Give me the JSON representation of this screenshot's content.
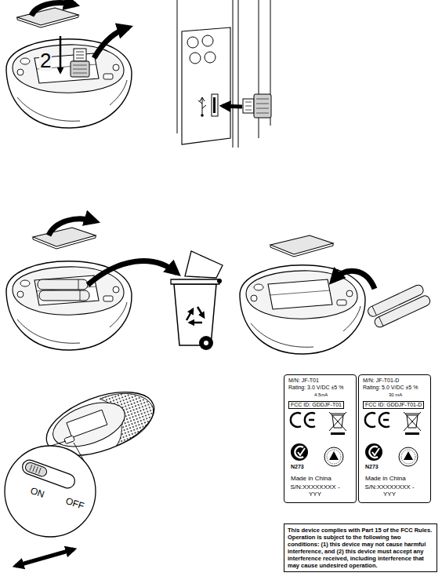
{
  "diagram": {
    "nodes": [
      {
        "text": [
          "M/N: JF-T01",
          "Rating: 3.0 V/DC ±5 %",
          "4.5mA",
          "FCC ID: GDDJF-T01",
          "N273",
          "Made in China",
          "S/N:XXXXXXXX -YYY"
        ]
      },
      {
        "text": [
          "M/N: JF-T01-D",
          "Rating: 5.0 V/DC ±5 %",
          "30 mA",
          "FCC ID: GDDJF-T01-D",
          "N273",
          "Made in China",
          "S/N:XXXXXXXX -YYY"
        ]
      },
      {
        "text": [
          "This device complies with Part 15 of the FCC Rules. Operation is subject to the following two conditions: (1) this device may not cause harmful interference, and (2) this device must accept any interference received, including interference that may cause undesired operation."
        ]
      }
    ],
    "labels": [
      "2",
      "ON",
      "OFF"
    ]
  }
}
